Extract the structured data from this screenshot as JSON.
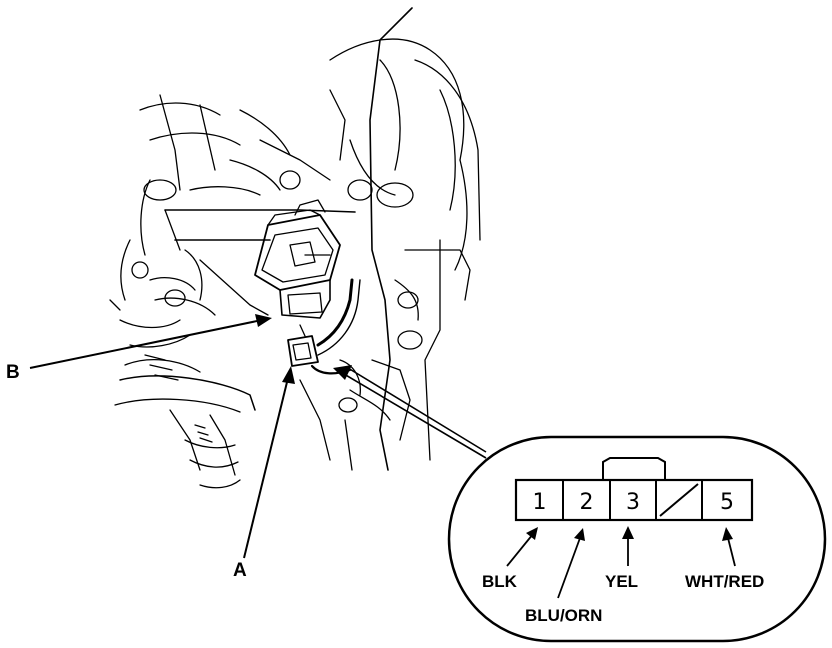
{
  "callouts": {
    "a": "A",
    "b": "B"
  },
  "connector": {
    "pins": [
      {
        "number": "1",
        "wire": "BLK"
      },
      {
        "number": "2",
        "wire": "BLU/ORN"
      },
      {
        "number": "3",
        "wire": "YEL"
      },
      {
        "number": "",
        "wire": ""
      },
      {
        "number": "5",
        "wire": "WHT/RED"
      }
    ]
  }
}
